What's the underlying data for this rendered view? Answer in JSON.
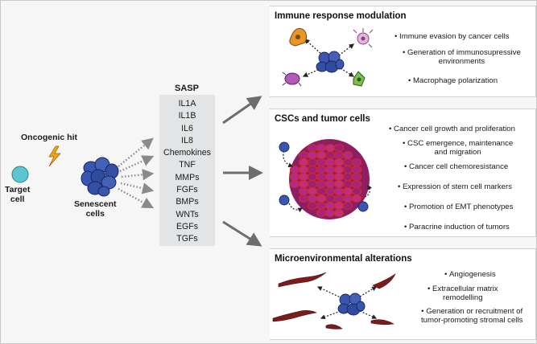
{
  "left": {
    "oncogenic_hit": "Oncogenic hit",
    "target_cell": "Target\ncell",
    "senescent_cells": "Senescent\ncells"
  },
  "sasp": {
    "title": "SASP",
    "items": [
      "IL1A",
      "IL1B",
      "IL6",
      "IL8",
      "Chemokines",
      "TNF",
      "MMPs",
      "FGFs",
      "BMPs",
      "WNTs",
      "EGFs",
      "TGFs"
    ]
  },
  "panels": [
    {
      "title": "Immune response modulation",
      "bullets": [
        "Immune evasion by cancer cells",
        "Generation of immunosupressive\nenvironments",
        "Macrophage polarization"
      ]
    },
    {
      "title": "CSCs and tumor cells",
      "bullets": [
        "Cancer cell growth and proliferation",
        "CSC emergence, maintenance\nand migration",
        "Cancer cell chemoresistance",
        "Expression of stem cell markers",
        "Promotion of EMT phenotypes",
        "Paracrine induction of tumors"
      ]
    },
    {
      "title": "Microenvironmental alterations",
      "bullets": [
        "Angiogenesis",
        "Extracellular matrix\nremodelling",
        "Generation or recruitment of\ntumor-promoting stromal cells"
      ]
    }
  ],
  "colors": {
    "cell_blue": "#3a57b0",
    "cell_dark": "#23306f",
    "target_cyan": "#5cc6d0",
    "tumor_magenta": "#a8237a",
    "tumor_red": "#d22a2a",
    "bolt_orange": "#f0a21c",
    "macrophage_orange": "#e8952a",
    "cell_pink": "#e4b6dc",
    "cell_purple": "#b25ab8",
    "cell_green": "#7cbf4c",
    "stroma_red": "#7a1c1c",
    "sasp_bg": "#e2e4e6",
    "arrow_gray": "#6d6d6d"
  }
}
